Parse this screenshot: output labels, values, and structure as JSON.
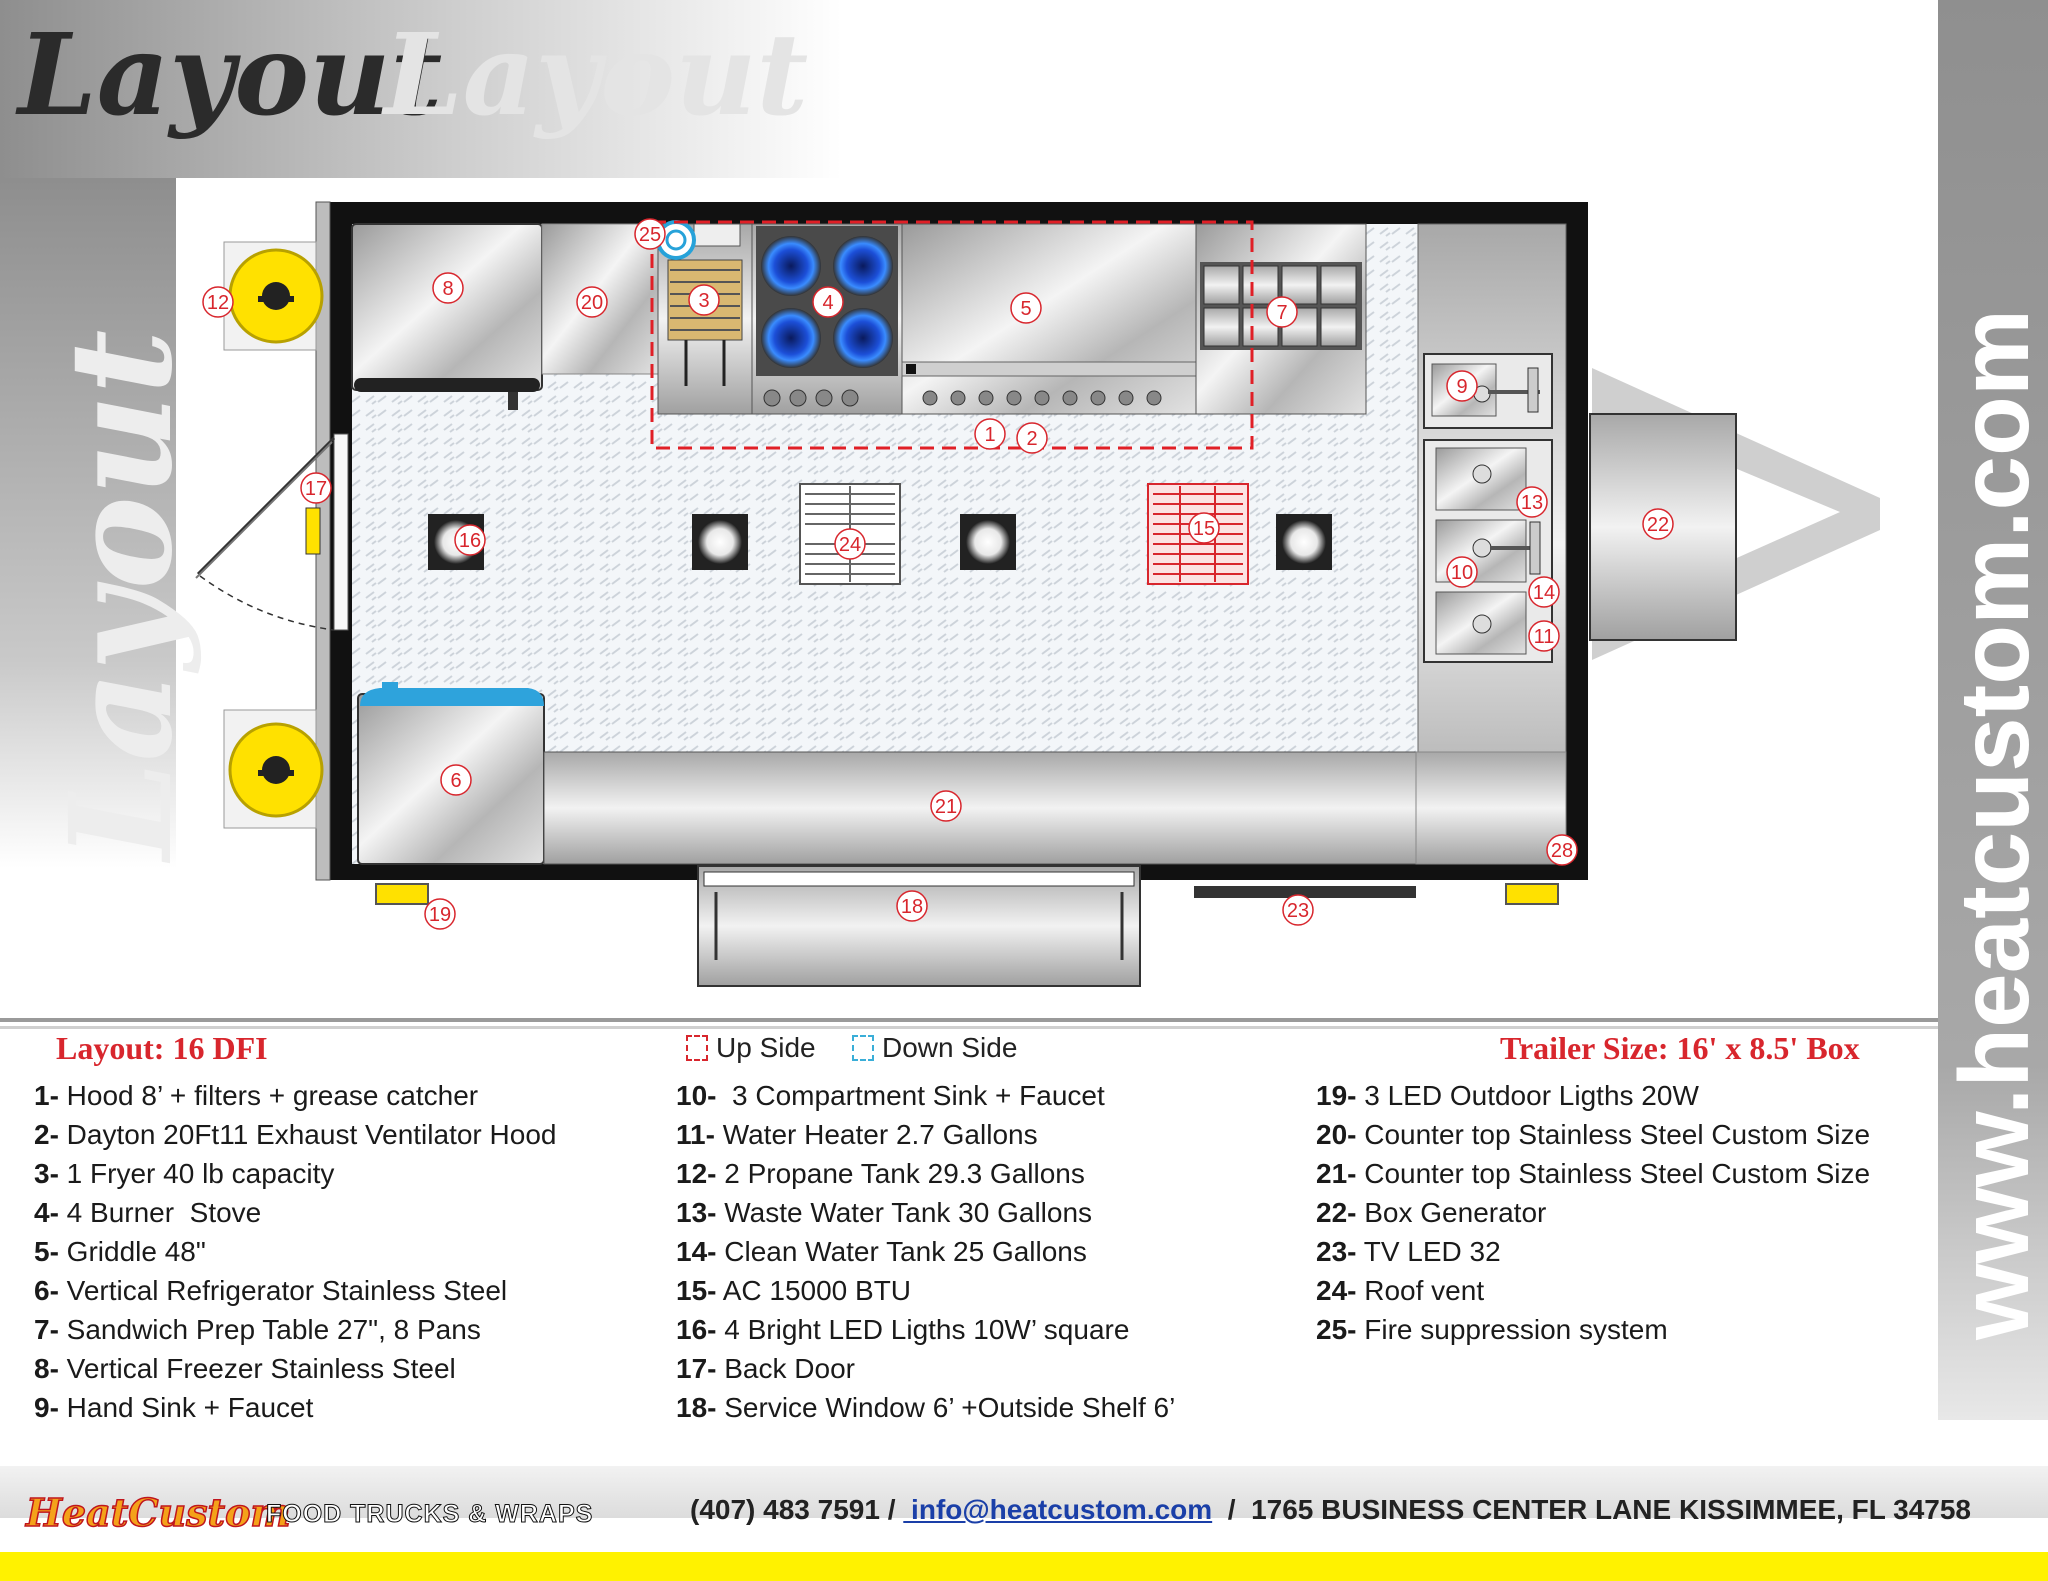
{
  "header": {
    "title_dark": "Layout",
    "title_light": "Layout",
    "side_watermark": "Layout"
  },
  "website": "www.heatcustom.com",
  "legend_header": {
    "layout_name": "Layout: 16 DFI",
    "up_side": "Up Side",
    "down_side": "Down Side",
    "trailer_size": "Trailer Size: 16' x 8.5' Box"
  },
  "legend": {
    "col1": [
      {
        "num": "1-",
        "text": " Hood 8’ + filters + grease catcher"
      },
      {
        "num": "2-",
        "text": " Dayton 20Ft11 Exhaust Ventilator Hood"
      },
      {
        "num": "3-",
        "text": " 1 Fryer 40 lb capacity"
      },
      {
        "num": "4-",
        "text": " 4 Burner  Stove"
      },
      {
        "num": "5-",
        "text": " Griddle 48\""
      },
      {
        "num": "6-",
        "text": " Vertical Refrigerator Stainless Steel"
      },
      {
        "num": "7-",
        "text": " Sandwich Prep Table 27\", 8 Pans"
      },
      {
        "num": "8-",
        "text": " Vertical Freezer Stainless Steel"
      },
      {
        "num": "9-",
        "text": " Hand Sink + Faucet"
      }
    ],
    "col2": [
      {
        "num": "10-",
        "text": "  3 Compartment Sink + Faucet"
      },
      {
        "num": "11-",
        "text": " Water Heater 2.7 Gallons"
      },
      {
        "num": "12-",
        "text": " 2 Propane Tank 29.3 Gallons"
      },
      {
        "num": "13-",
        "text": " Waste Water Tank 30 Gallons"
      },
      {
        "num": "14-",
        "text": " Clean Water Tank 25 Gallons"
      },
      {
        "num": "15-",
        "text": " AC 15000 BTU"
      },
      {
        "num": "16-",
        "text": " 4 Bright LED Ligths 10W’ square"
      },
      {
        "num": "17-",
        "text": " Back Door"
      },
      {
        "num": "18-",
        "text": " Service Window 6’ +Outside Shelf 6’"
      }
    ],
    "col3": [
      {
        "num": "19-",
        "text": " 3 LED Outdoor Ligths 20W"
      },
      {
        "num": "20-",
        "text": " Counter top Stainless Steel Custom Size"
      },
      {
        "num": "21-",
        "text": " Counter top Stainless Steel Custom Size"
      },
      {
        "num": "22-",
        "text": " Box Generator"
      },
      {
        "num": "23-",
        "text": " TV LED 32"
      },
      {
        "num": "24-",
        "text": " Roof vent"
      },
      {
        "num": "25-",
        "text": " Fire suppression system"
      }
    ]
  },
  "callouts": [
    {
      "label": "1"
    },
    {
      "label": "2"
    },
    {
      "label": "3"
    },
    {
      "label": "4"
    },
    {
      "label": "5"
    },
    {
      "label": "6"
    },
    {
      "label": "7"
    },
    {
      "label": "8"
    },
    {
      "label": "9"
    },
    {
      "label": "10"
    },
    {
      "label": "11"
    },
    {
      "label": "12"
    },
    {
      "label": "13"
    },
    {
      "label": "14"
    },
    {
      "label": "15"
    },
    {
      "label": "16"
    },
    {
      "label": "17"
    },
    {
      "label": "18"
    },
    {
      "label": "19"
    },
    {
      "label": "20"
    },
    {
      "label": "21"
    },
    {
      "label": "22"
    },
    {
      "label": "23"
    },
    {
      "label": "24"
    },
    {
      "label": "25"
    },
    {
      "label": "28"
    }
  ],
  "footer": {
    "brand": "HeatCustom",
    "tagline": "FOOD TRUCKS & WRAPS",
    "phone": "(407) 483 7591",
    "sep1": " / ",
    "email": " info@heatcustom.com",
    "sep2": "  /  ",
    "address": "1765 BUSINESS CENTER LANE KISSIMMEE, FL 34758"
  },
  "colors": {
    "accent_red": "#d8262d",
    "down_side_blue": "#3aaed8",
    "footer_yellow": "#fff200",
    "tank_yellow": "#ffe100",
    "fridge_blue": "#2ea3dc"
  }
}
